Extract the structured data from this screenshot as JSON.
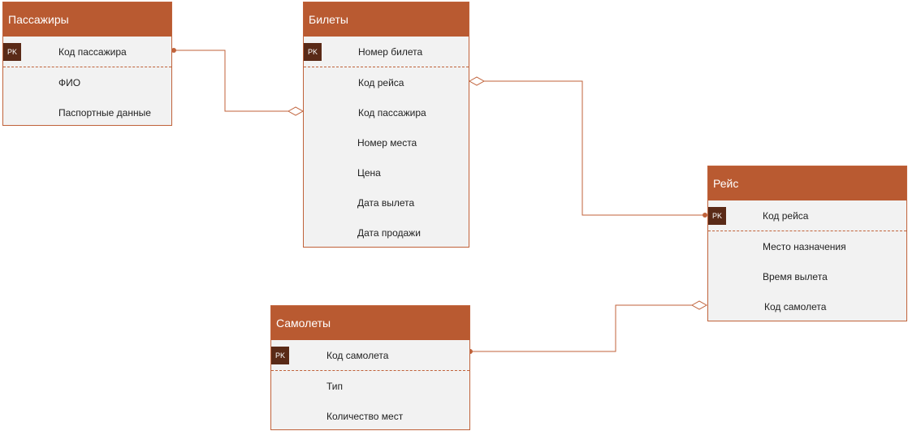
{
  "colors": {
    "header": "#b95a31",
    "border": "#c0623a",
    "pk": "#5a2a17",
    "body": "#f2f2f2"
  },
  "pk_label": "PK",
  "entities": {
    "passengers": {
      "title": "Пассажиры",
      "fields": [
        "Код пассажира",
        "ФИО",
        "Паспортные данные"
      ]
    },
    "tickets": {
      "title": "Билеты",
      "fields": [
        "Номер билета",
        "Код рейса",
        "Код пассажира",
        "Номер места",
        "Цена",
        "Дата вылета",
        "Дата продажи"
      ]
    },
    "flight": {
      "title": "Рейс",
      "fields": [
        "Код рейса",
        "Место назначения",
        "Время вылета",
        "Код самолета"
      ]
    },
    "planes": {
      "title": "Самолеты",
      "fields": [
        "Код самолета",
        "Тип",
        "Количество мест"
      ]
    }
  }
}
